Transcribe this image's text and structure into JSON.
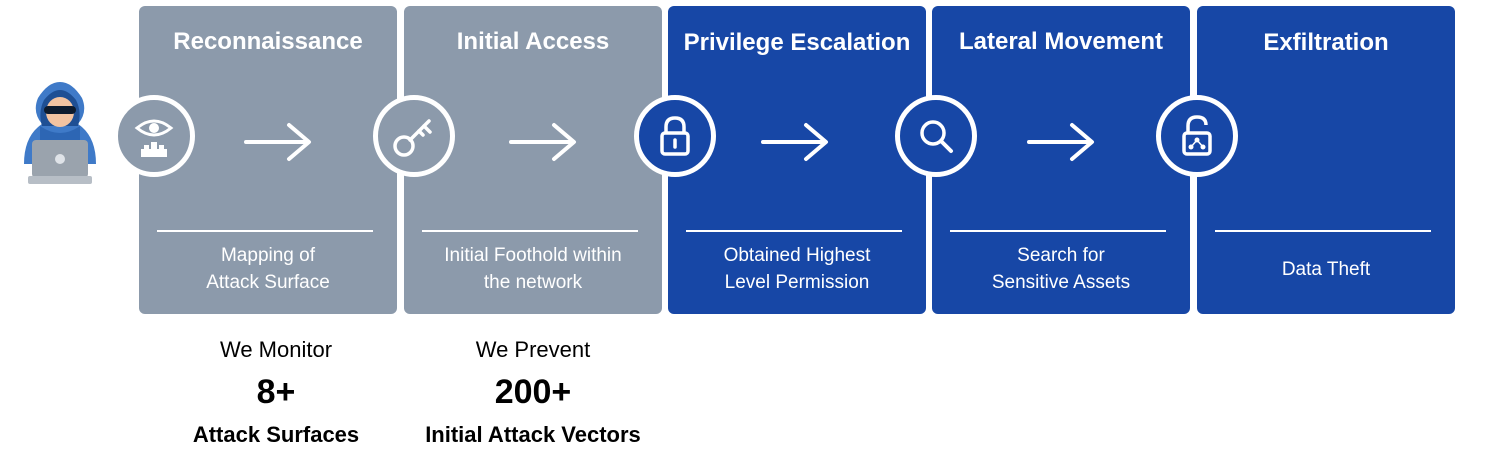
{
  "stages": [
    {
      "title": "Reconnaissance",
      "desc_line1": "Mapping of",
      "desc_line2": "Attack Surface",
      "icon": "eye-icon"
    },
    {
      "title": "Initial Access",
      "desc_line1": "Initial Foothold within",
      "desc_line2": "the network",
      "icon": "key-icon"
    },
    {
      "title": "Privilege Escalation",
      "desc_line1": "Obtained Highest",
      "desc_line2": "Level Permission",
      "icon": "lock-icon"
    },
    {
      "title": "Lateral Movement",
      "desc_line1": "Search for",
      "desc_line2": "Sensitive Assets",
      "icon": "search-icon"
    },
    {
      "title": "Exfiltration",
      "desc_line1": "Data Theft",
      "icon": "unlock-icon"
    }
  ],
  "stats": [
    {
      "heading": "We Monitor",
      "value": "8+",
      "caption": "Attack Surfaces"
    },
    {
      "heading": "We Prevent",
      "value": "200+",
      "caption": "Initial Attack Vectors"
    }
  ],
  "colors": {
    "grey_stage": "#8c9aab",
    "blue_stage": "#1747a6",
    "text_light": "#ffffff",
    "text_dark": "#000000"
  },
  "hacker_icon": "hooded-hacker-laptop-icon"
}
